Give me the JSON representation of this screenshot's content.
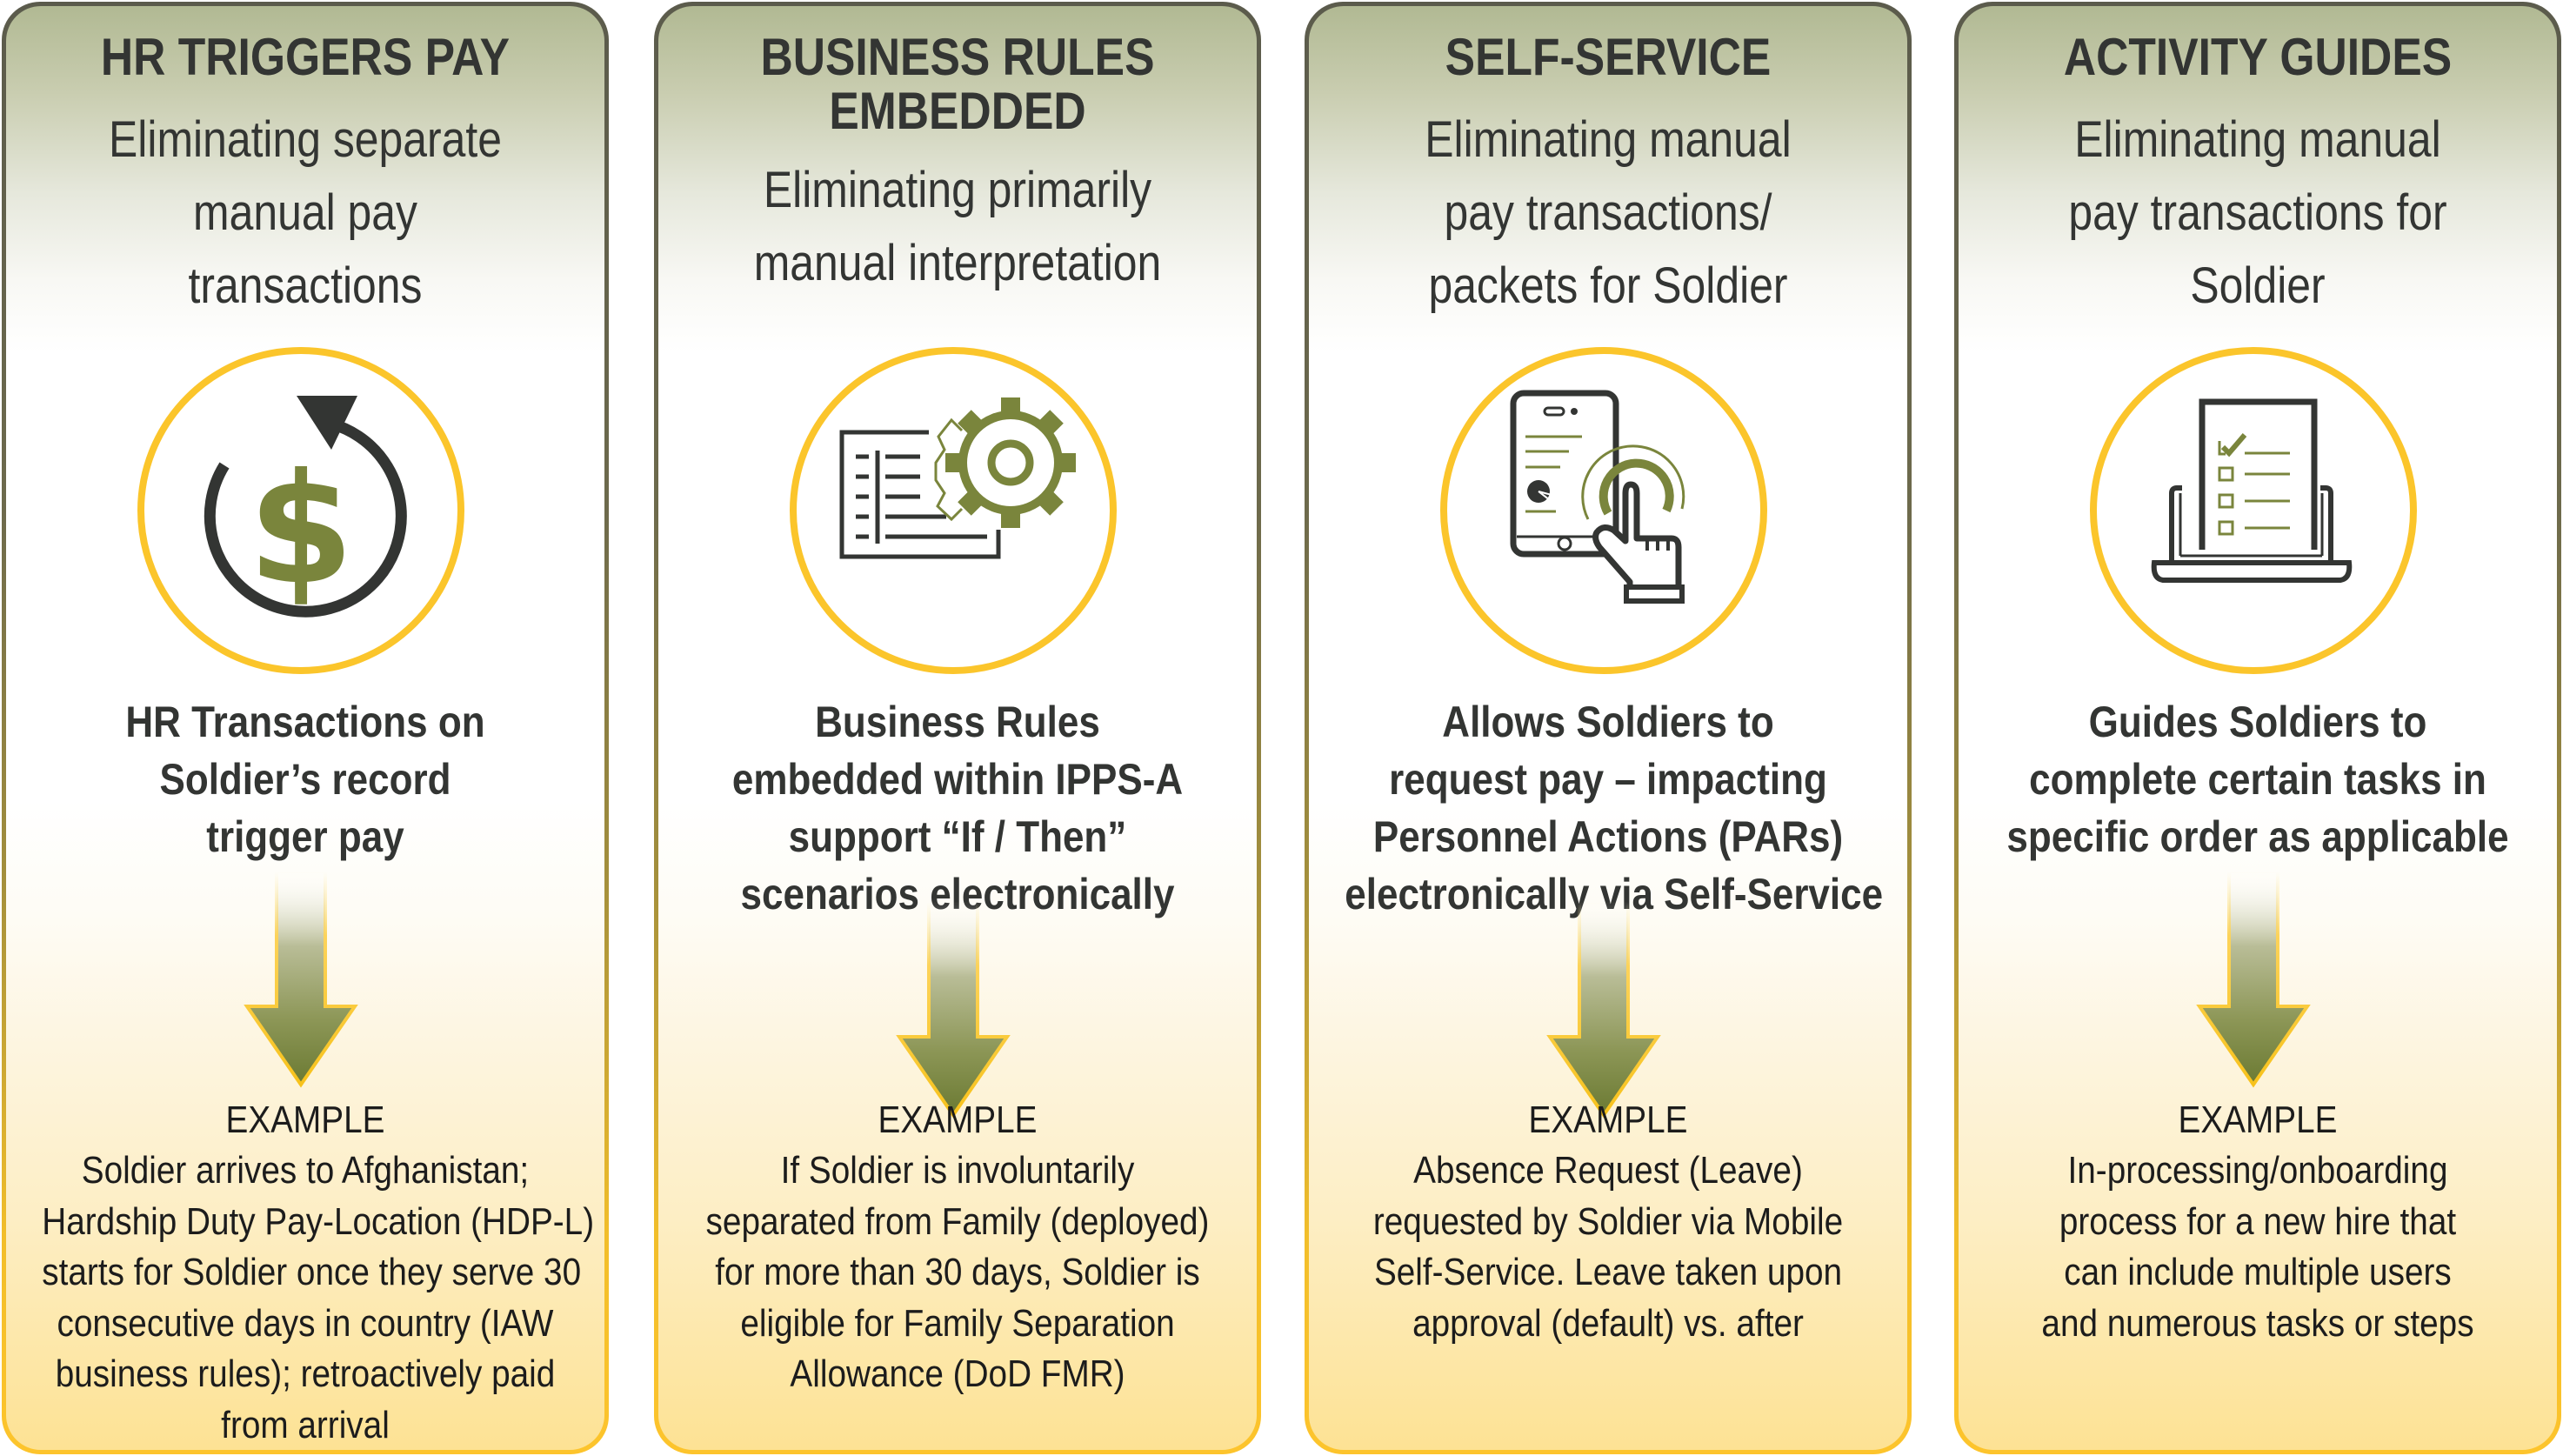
{
  "colors": {
    "title_text": "#333533",
    "body_text": "#1c1c1c",
    "olive_icon": "#7a853c",
    "dark_icon": "#333533",
    "ring_gold": "#fbc52b",
    "card_top_tint": "#b1b993",
    "card_bottom_tint": "#fde294",
    "border_top": "#5b5b4c",
    "border_bottom": "#fdc42c"
  },
  "cards": [
    {
      "title_lines": [
        "HR TRIGGERS PAY"
      ],
      "subtitle_lines": [
        "Eliminating separate",
        "manual pay",
        "transactions"
      ],
      "icon": "dollar-cycle-icon",
      "description_lines": [
        "HR Transactions on",
        "Soldier’s record",
        "trigger pay"
      ],
      "example_label": "EXAMPLE",
      "example_lines": [
        "Soldier arrives to Afghanistan;",
        "Hardship Duty Pay-Location (HDP-L)",
        "starts for Soldier once they serve 30",
        "consecutive days in country (IAW",
        "business rules); retroactively paid",
        "from arrival"
      ]
    },
    {
      "title_lines": [
        "BUSINESS RULES",
        "EMBEDDED"
      ],
      "subtitle_lines": [
        "Eliminating primarily",
        "manual interpretation"
      ],
      "icon": "document-gear-icon",
      "description_lines": [
        "Business Rules",
        "embedded within IPPS-A",
        "support “If / Then”",
        "scenarios electronically"
      ],
      "example_label": "EXAMPLE",
      "example_lines": [
        "If Soldier is involuntarily",
        "separated from Family (deployed)",
        "for more than 30 days, Soldier is",
        "eligible for Family Separation",
        "Allowance (DoD FMR)"
      ]
    },
    {
      "title_lines": [
        "SELF-SERVICE"
      ],
      "subtitle_lines": [
        "Eliminating manual",
        "pay transactions/",
        "packets for Soldier"
      ],
      "icon": "mobile-touch-icon",
      "description_lines": [
        "Allows Soldiers to",
        "request pay – impacting",
        "Personnel Actions (PARs)",
        "electronically via Self-Service"
      ],
      "example_label": "EXAMPLE",
      "example_lines": [
        "Absence Request (Leave)",
        "requested by Soldier via Mobile",
        "Self-Service. Leave taken upon",
        "approval (default) vs. after"
      ]
    },
    {
      "title_lines": [
        "ACTIVITY GUIDES"
      ],
      "subtitle_lines": [
        "Eliminating manual",
        "pay transactions for",
        "Soldier"
      ],
      "icon": "checklist-laptop-icon",
      "description_lines": [
        "Guides Soldiers to",
        "complete certain tasks in",
        "specific order as applicable"
      ],
      "example_label": "EXAMPLE",
      "example_lines": [
        "In-processing/onboarding",
        "process for a new hire that",
        "can include multiple users",
        "and numerous tasks or steps"
      ]
    }
  ]
}
